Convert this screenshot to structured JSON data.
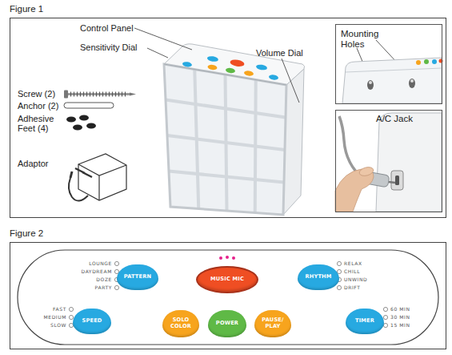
{
  "diagram": {
    "nodes": [
      {
        "text": [
          "Figure 1"
        ]
      },
      {
        "text": [
          "Mounting Holes"
        ],
        "in": 0
      },
      {
        "text": [
          "A/C Jack"
        ],
        "in": 0
      },
      {
        "text": [
          "Figure 2"
        ]
      },
      {
        "text": [
          "PATTERN"
        ],
        "in": 3
      },
      {
        "text": [
          "MUSIC MIC"
        ],
        "in": 3
      },
      {
        "text": [
          "RHYTHM"
        ],
        "in": 3
      },
      {
        "text": [
          "SPEED"
        ],
        "in": 3
      },
      {
        "text": [
          "SOLO COLOR"
        ],
        "in": 3
      },
      {
        "text": [
          "POWER"
        ],
        "in": 3
      },
      {
        "text": [
          "PAUSE/ PLAY"
        ],
        "in": 3
      },
      {
        "text": [
          "TIMER"
        ],
        "in": 3
      }
    ],
    "labels": [
      "Control Panel",
      "Sensitivity Dial",
      "Volume Dial",
      "Screw (2)",
      "Anchor (2)",
      "Adhesive Feet (4)",
      "Adaptor",
      "LOUNGE",
      "DAYDREAM",
      "DOZE",
      "PARTY",
      "RELAX",
      "CHILL",
      "UNWIND",
      "DRIFT",
      "FAST",
      "MEDIUM",
      "SLOW",
      "60 MIN",
      "30 MIN",
      "15 MIN"
    ]
  }
}
